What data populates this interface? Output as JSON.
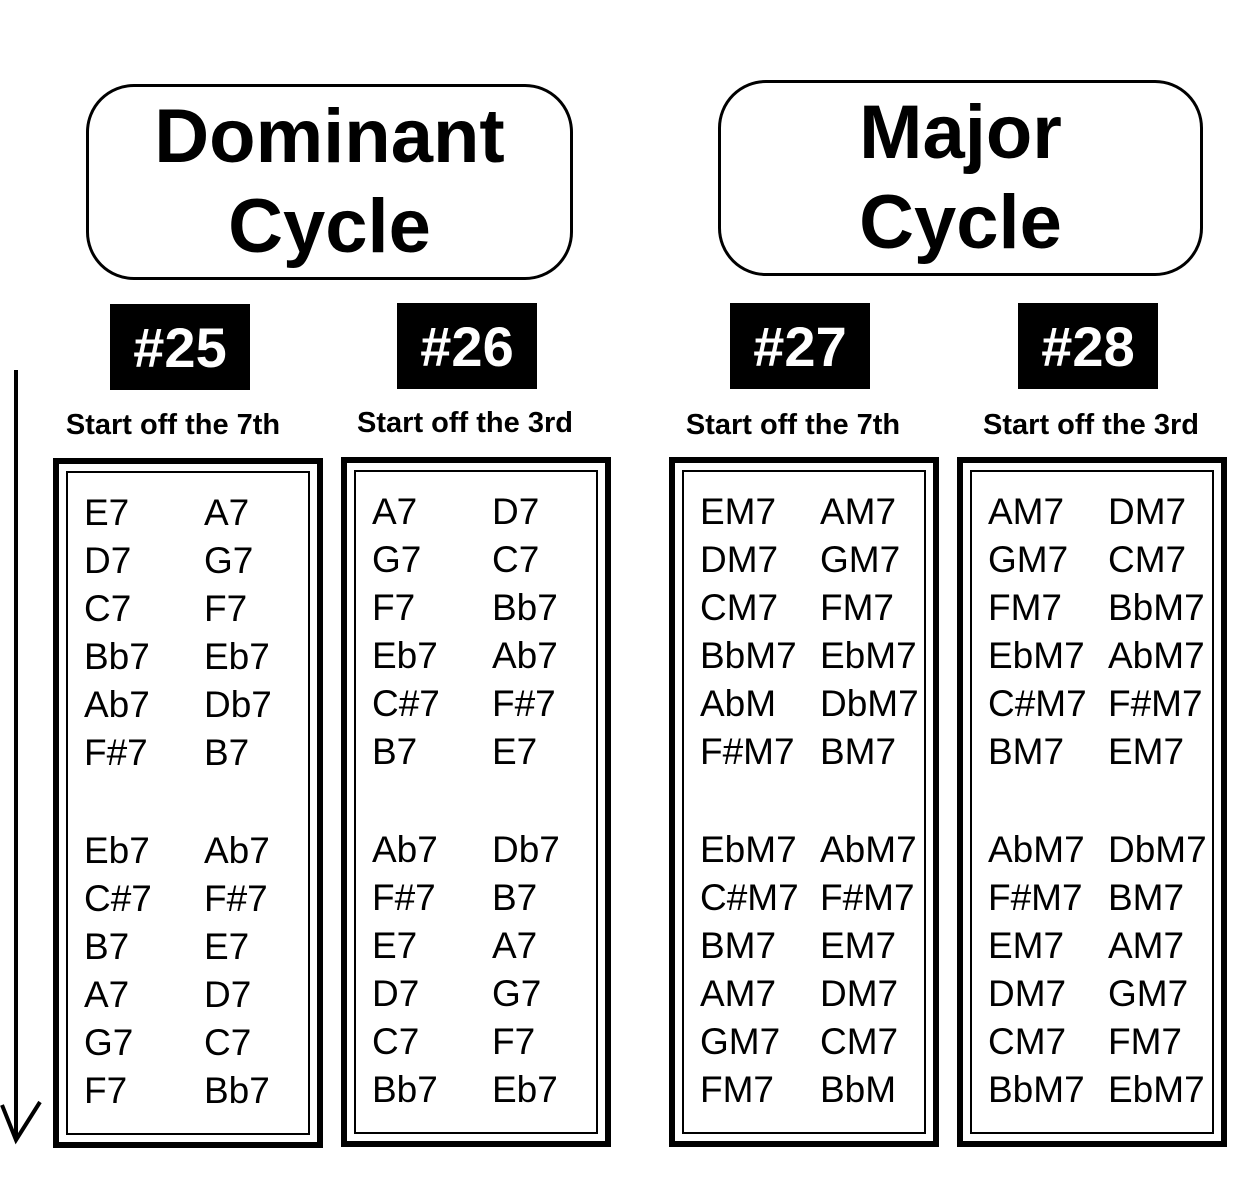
{
  "headers": [
    {
      "lines": [
        "Dominant",
        "Cycle"
      ]
    },
    {
      "lines": [
        "Major",
        "Cycle"
      ]
    }
  ],
  "columns": [
    {
      "number": "#25",
      "subtitle": "Start off the 7th",
      "groups": [
        [
          [
            "E7",
            "A7"
          ],
          [
            "D7",
            "G7"
          ],
          [
            "C7",
            "F7"
          ],
          [
            "Bb7",
            "Eb7"
          ],
          [
            "Ab7",
            "Db7"
          ],
          [
            "F#7",
            "B7"
          ]
        ],
        [
          [
            "Eb7",
            "Ab7"
          ],
          [
            "C#7",
            "F#7"
          ],
          [
            "B7",
            "E7"
          ],
          [
            "A7",
            "D7"
          ],
          [
            "G7",
            "C7"
          ],
          [
            "F7",
            "Bb7"
          ]
        ]
      ]
    },
    {
      "number": "#26",
      "subtitle": "Start off the 3rd",
      "groups": [
        [
          [
            "A7",
            "D7"
          ],
          [
            "G7",
            "C7"
          ],
          [
            "F7",
            "Bb7"
          ],
          [
            "Eb7",
            "Ab7"
          ],
          [
            "C#7",
            "F#7"
          ],
          [
            "B7",
            "E7"
          ]
        ],
        [
          [
            "Ab7",
            "Db7"
          ],
          [
            "F#7",
            "B7"
          ],
          [
            "E7",
            "A7"
          ],
          [
            "D7",
            "G7"
          ],
          [
            "C7",
            "F7"
          ],
          [
            "Bb7",
            "Eb7"
          ]
        ]
      ]
    },
    {
      "number": "#27",
      "subtitle": "Start off the 7th",
      "groups": [
        [
          [
            "EM7",
            "AM7"
          ],
          [
            "DM7",
            "GM7"
          ],
          [
            "CM7",
            "FM7"
          ],
          [
            "BbM7",
            "EbM7"
          ],
          [
            "AbM",
            "DbM7"
          ],
          [
            "F#M7",
            "BM7"
          ]
        ],
        [
          [
            "EbM7",
            "AbM7"
          ],
          [
            "C#M7",
            "F#M7"
          ],
          [
            "BM7",
            "EM7"
          ],
          [
            "AM7",
            "DM7"
          ],
          [
            "GM7",
            "CM7"
          ],
          [
            "FM7",
            "BbM"
          ]
        ]
      ]
    },
    {
      "number": "#28",
      "subtitle": "Start off the 3rd",
      "groups": [
        [
          [
            "AM7",
            "DM7"
          ],
          [
            "GM7",
            "CM7"
          ],
          [
            "FM7",
            "BbM7"
          ],
          [
            "EbM7",
            "AbM7"
          ],
          [
            "C#M7",
            "F#M7"
          ],
          [
            "BM7",
            "EM7"
          ]
        ],
        [
          [
            "AbM7",
            "DbM7"
          ],
          [
            "F#M7",
            "BM7"
          ],
          [
            "EM7",
            "AM7"
          ],
          [
            "DM7",
            "GM7"
          ],
          [
            "CM7",
            "FM7"
          ],
          [
            "BbM7",
            "EbM7"
          ]
        ]
      ]
    }
  ]
}
